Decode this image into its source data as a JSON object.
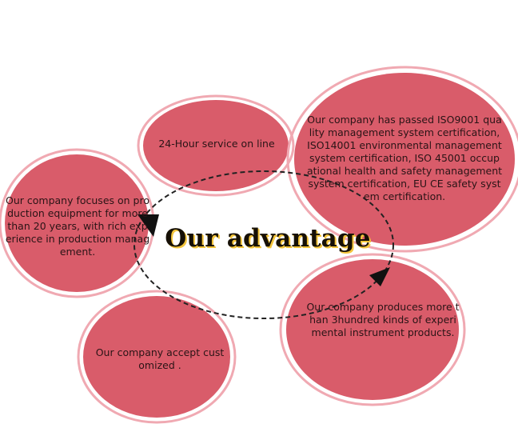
{
  "title": "Our advantage",
  "colors": {
    "bubble_fill": "#d95c6a",
    "bubble_ring": "#f0a9b2",
    "text": "#2a1416",
    "title_shadow": "#f4c53c",
    "arrow": "#222222"
  },
  "bubbles": [
    {
      "text": "24-Hour service on line"
    },
    {
      "text": "Our company has passed ISO9001 quality management system certification, ISO14001 environmental management system certification,  ISO 45001 occupational health and safety management system certification, EU CE safety system certification."
    },
    {
      "text": "Our company focuses on production equipment for more than 20 years, with rich experience in production management."
    },
    {
      "text": "Our company produces more than 3hundred kinds of experimental instrument products."
    },
    {
      "text": "Our company accept customized ."
    }
  ]
}
